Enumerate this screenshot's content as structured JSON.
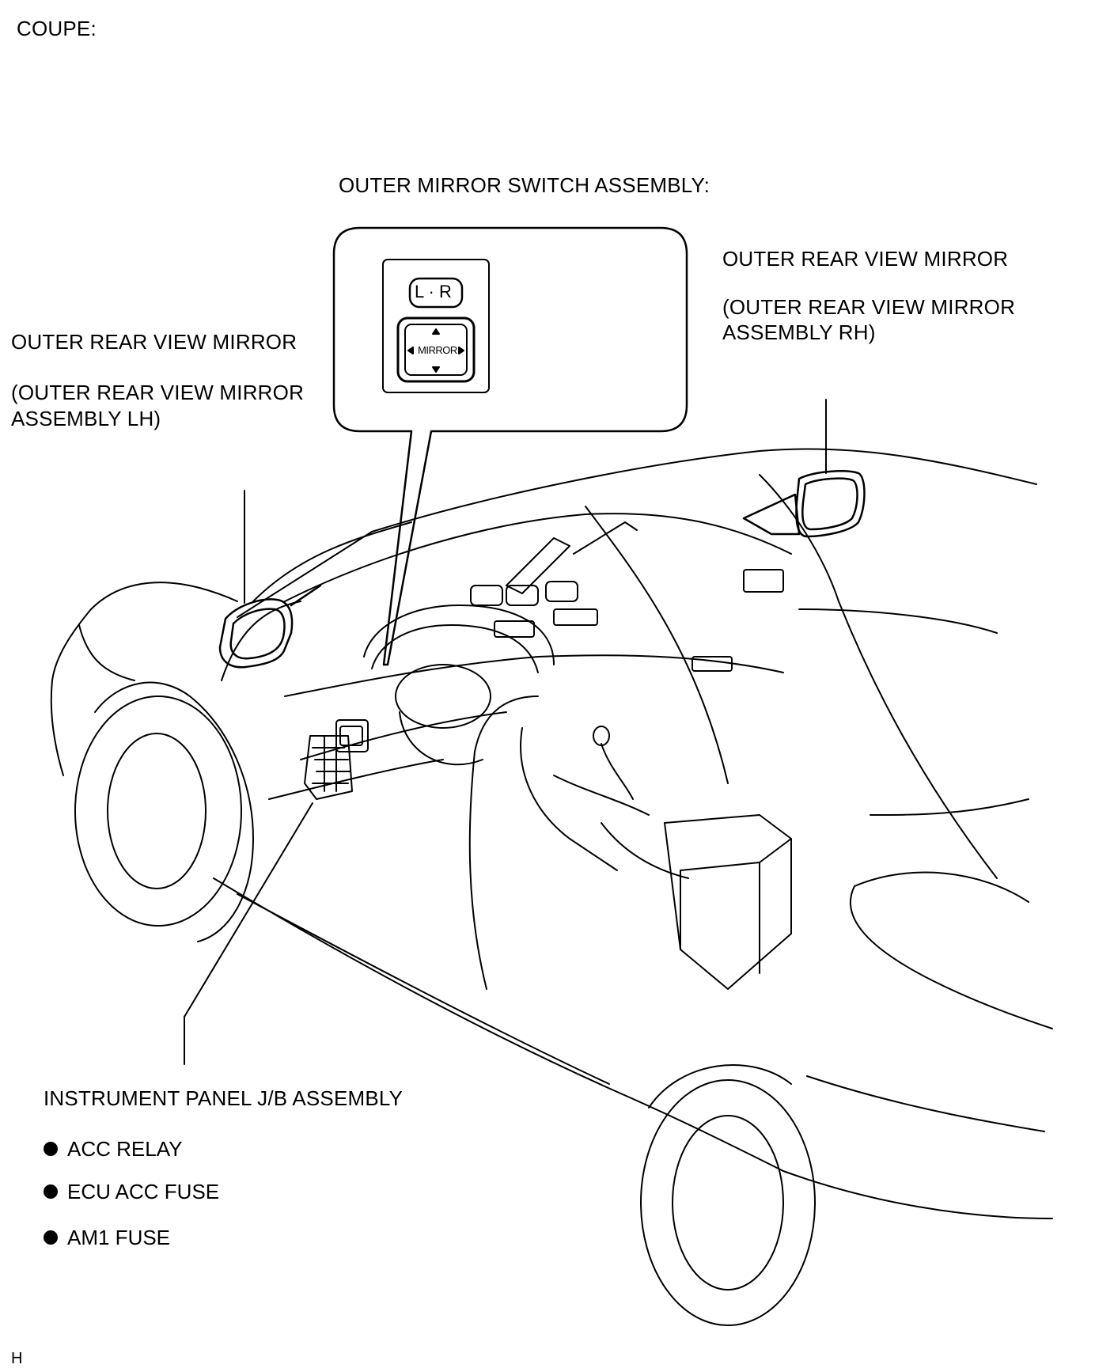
{
  "header": {
    "view": "COUPE:"
  },
  "switch_callout": {
    "title": "OUTER MIRROR SWITCH ASSEMBLY:",
    "lr_label": "L · R",
    "mirror_label": "MIRROR"
  },
  "mirror_rh": {
    "name": "OUTER REAR VIEW MIRROR",
    "sub_line1": "(OUTER REAR VIEW MIRROR",
    "sub_line2": "ASSEMBLY RH)"
  },
  "mirror_lh": {
    "name": "OUTER REAR VIEW MIRROR",
    "sub_line1": "(OUTER REAR VIEW MIRROR",
    "sub_line2": "ASSEMBLY LH)"
  },
  "junction_block": {
    "name": "INSTRUMENT PANEL J/B ASSEMBLY",
    "items": [
      "ACC RELAY",
      "ECU ACC FUSE",
      "AM1 FUSE"
    ]
  },
  "footer": {
    "code": "H"
  }
}
